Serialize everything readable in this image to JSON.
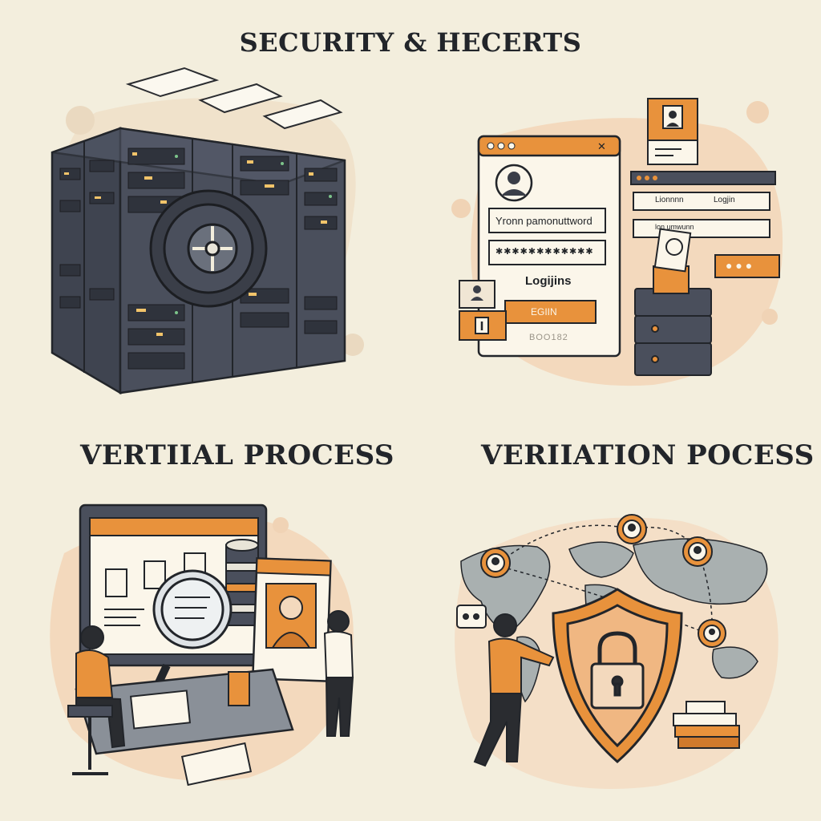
{
  "titles": {
    "main": "SECURITY & HECERTS",
    "bottom_left": "VERTIIAL PROCESS",
    "bottom_right": "VERIIATION POCESS"
  },
  "login_panel": {
    "username_field": "Yronn pamonuttword",
    "password_field": "✱✱✱✱✱✱✱✱✱✱✱✱",
    "login_label": "Logijins",
    "login_button": "EGIIN",
    "footer_code": "BOO182",
    "side_field_1_label": "Lionnnn",
    "side_field_1_value": "Logjin",
    "side_field_2_value": "lon umwunn",
    "more_button": "● ● ●"
  },
  "colors": {
    "background": "#f3eedd",
    "accent_orange": "#e8923c",
    "server_dark": "#4a4f5c",
    "blob_peach": "#f3d9bd",
    "map_grey": "#a9b0b0"
  },
  "icons": [
    "server-rack-icon",
    "vault-dial-icon",
    "user-avatar-icon",
    "magnifier-icon",
    "database-icon",
    "shield-lock-icon",
    "map-pin-icon",
    "chat-bubble-icon",
    "book-stack-icon"
  ]
}
